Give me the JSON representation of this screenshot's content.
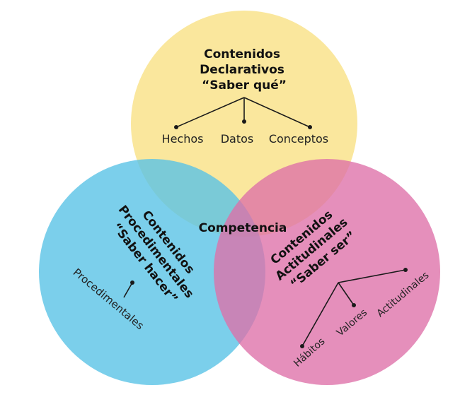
{
  "colors": {
    "declarative": "#F9E38C",
    "procedural": "#5AC3E6",
    "attitudinal": "#DE6FA8",
    "line": "#1a1a1a"
  },
  "center_label": "Competencia",
  "declarativos": {
    "title_lines": [
      "Contenidos",
      "Declarativos",
      "“Saber qué”"
    ],
    "items": [
      "Hechos",
      "Datos",
      "Conceptos"
    ]
  },
  "procedimentales": {
    "title_lines": [
      "Contenidos",
      "Procedimentales",
      "“Saber hacer”"
    ],
    "items": [
      "Procedimentales"
    ]
  },
  "actitudinales": {
    "title_lines": [
      "Contenidos",
      "Actitudinales",
      "“Saber ser”"
    ],
    "items": [
      "Hábitos",
      "Valores",
      "Actitudinales"
    ]
  }
}
